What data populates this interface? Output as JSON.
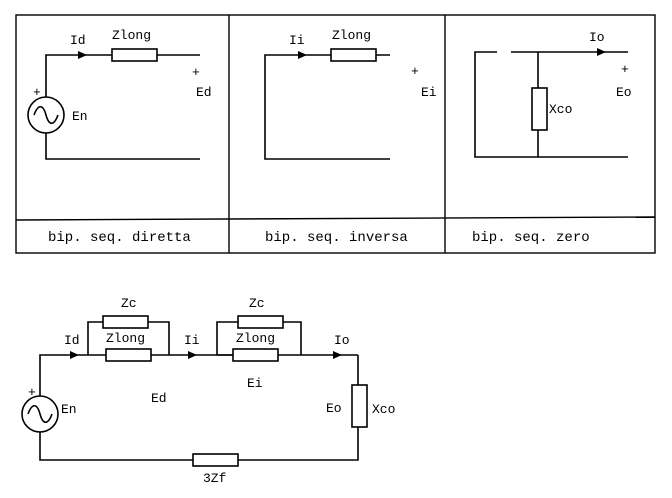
{
  "top_panels": [
    {
      "caption": "bip. seq. diretta",
      "current_label": "Id",
      "impedance_label": "Zlong",
      "plus_sign": "+",
      "voltage_label": "Ed",
      "source_plus": "+",
      "source_label": "En"
    },
    {
      "caption": "bip. seq. inversa",
      "current_label": "Ii",
      "impedance_label": "Zlong",
      "plus_sign": "+",
      "voltage_label": "Ei"
    },
    {
      "caption": "bip. seq. zero",
      "current_label": "Io",
      "impedance_label": "Xco",
      "plus_sign": "+",
      "voltage_label": "Eo"
    }
  ],
  "bottom_circuit": {
    "source_plus": "+",
    "source_label": "En",
    "block1": {
      "current_label": "Id",
      "parallel_label": "Zc",
      "series_label": "Zlong",
      "voltage_label": "Ed"
    },
    "block2": {
      "current_label": "Ii",
      "parallel_label": "Zc",
      "series_label": "Zlong",
      "voltage_label": "Ei"
    },
    "zero": {
      "current_label": "Io",
      "voltage_label": "Eo",
      "impedance_label": "Xco"
    },
    "fault_label": "3Zf"
  }
}
